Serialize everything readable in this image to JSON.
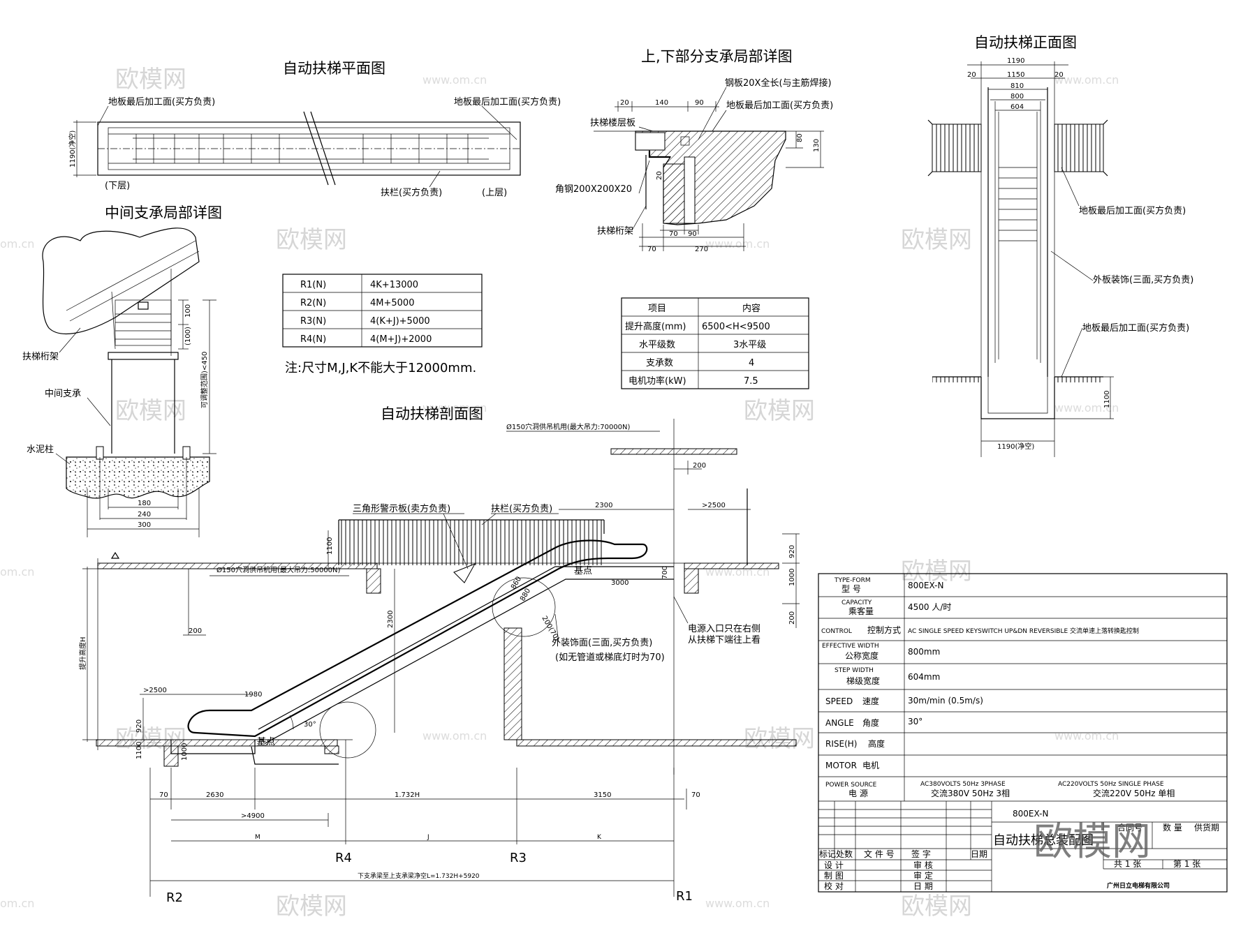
{
  "titles": {
    "plan": "自动扶梯平面图",
    "support_detail": "上,下部分支承局部详图",
    "front": "自动扶梯正面图",
    "mid_support": "中间支承局部详图",
    "section": "自动扶梯剖面图"
  },
  "plan": {
    "floor_finish_left": "地板最后加工面(买方负责)",
    "floor_finish_right": "地板最后加工面(买方负责)",
    "lower": "(下层)",
    "upper": "(上层)",
    "handrail": "扶栏(买方负责)",
    "width": "1190(净空)"
  },
  "support": {
    "steel_plate": "钢板20X全长(与主筋焊接)",
    "floor_finish": "地板最后加工面(买方负责)",
    "floor_slab": "扶梯楼层板",
    "angle_steel": "角钢200X200X20",
    "truss": "扶梯桁架",
    "dims": {
      "d20": "20",
      "d140": "140",
      "d90": "90",
      "d80": "80",
      "d130": "130",
      "d20b": "20",
      "d70": "70",
      "d90b": "90",
      "d70b": "70",
      "d270": "270"
    }
  },
  "front": {
    "dims": {
      "w1190": "1190",
      "w1150": "1150",
      "w810": "810",
      "w800": "800",
      "w604": "604",
      "e20l": "20",
      "e20r": "20",
      "h1100": "1100",
      "b1190": "1190(净空)"
    },
    "floor_finish_1": "地板最后加工面(买方负责)",
    "outer_deco": "外板装饰(三面,买方负责)",
    "floor_finish_2": "地板最后加工面(买方负责)"
  },
  "mid": {
    "truss": "扶梯桁架",
    "support": "中间支承",
    "column": "水泥柱",
    "d100": "100",
    "d100p": "(100)",
    "range": "可调整范围)<450",
    "d180": "180",
    "d240": "240",
    "d300": "300"
  },
  "reactions": {
    "rows": [
      {
        "k": "R1(N)",
        "v": "4K+13000"
      },
      {
        "k": "R2(N)",
        "v": "4M+5000"
      },
      {
        "k": "R3(N)",
        "v": "4(K+J)+5000"
      },
      {
        "k": "R4(N)",
        "v": "4(M+J)+2000"
      }
    ],
    "note": "注:尺寸M,J,K不能大于12000mm."
  },
  "specs": {
    "header": {
      "k": "项目",
      "v": "内容"
    },
    "rows": [
      {
        "k": "提升高度(mm)",
        "v": "6500<H<9500"
      },
      {
        "k": "水平级数",
        "v": "3水平级"
      },
      {
        "k": "支承数",
        "v": "4"
      },
      {
        "k": "电机功率(kW)",
        "v": "7.5"
      }
    ]
  },
  "section": {
    "hole_top": "Ø150穴洞供吊机用(最大吊力:70000N)",
    "hole_bottom": "Ø150穴洞供吊机用(最大吊力:50000N)",
    "warning": "三角形警示板(卖方负责)",
    "handrail": "扶栏(买方负责)",
    "base_top": "基点",
    "base_bot": "基点",
    "power": "电源入口只在右侧",
    "power2": "从扶梯下端往上看",
    "outer1": "外装饰面(三面,买方负责)",
    "outer2": "(如无管道或梯底灯时为70)",
    "rise": "提升高度H",
    "angle": "30°",
    "dims": {
      "d200a": "200",
      "d2300": "2300",
      "d2500a": ">2500",
      "d1100a": "1100",
      "d920a": "920",
      "d700": "700",
      "d1000a": "1000",
      "d200b": "200",
      "d3000": "3000",
      "d2300b": "2300",
      "d860": "860",
      "d880": "880",
      "d200c": "200(70)",
      "d200d": "200",
      "d2500b": ">2500",
      "d1980": "1980",
      "d920b": "920",
      "d1100b": "1100",
      "d1000b": "1000",
      "d70a": "70",
      "d2630": "2630",
      "d1732": "1.732H",
      "d3150": "3150",
      "d70b": "70",
      "d4900": ">4900",
      "M": "M",
      "J": "J",
      "K": "K"
    },
    "R2": "R2",
    "R4": "R4",
    "R3": "R3",
    "R1": "R1",
    "span": "下支承梁至上支承梁净空L=1.732H+5920"
  },
  "titleblock": {
    "rows": [
      {
        "en": "TYPE-FORM",
        "cn": "型 号",
        "v": "800EX-N"
      },
      {
        "en": "CAPACITY",
        "cn": "乘客量",
        "v": "4500 人/时"
      },
      {
        "en": "CONTROL",
        "cn": "控制方式",
        "v": "AC SINGLE SPEED KEYSWITCH UP&DN REVERSIBLE   交流单速上落转换匙控制"
      },
      {
        "en": "EFFECTIVE WIDTH",
        "cn": "公称宽度",
        "v": "800mm"
      },
      {
        "en": "STEP WIDTH",
        "cn": "梯级宽度",
        "v": "604mm"
      },
      {
        "en": "SPEED",
        "cn": "速度",
        "v": "30m/min    (0.5m/s)"
      },
      {
        "en": "ANGLE",
        "cn": "角度",
        "v": "30°"
      },
      {
        "en": "RISE(H)",
        "cn": "高度",
        "v": ""
      },
      {
        "en": "MOTOR",
        "cn": "电机",
        "v": ""
      }
    ],
    "power_en": "POWER SOURCE",
    "power_cn": "电  源",
    "power_v1": "AC380VOLTS 50Hz 3PHASE",
    "power_v1cn": "交流380V 50Hz 3相",
    "power_v2": "AC220VOLTS 50Hz SINGLE PHASE",
    "power_v2cn": "交流220V 50Hz 单相",
    "model": "800EX-N",
    "drawing_title": "自动扶梯总装配图",
    "cols": {
      "c1": "标记",
      "c2": "处数",
      "c3": "文 件 号",
      "c4": "签  字",
      "c5": "日期"
    },
    "roles": {
      "r1": "设  计",
      "r2": "制  图",
      "r3": "校  对",
      "r4": "审 核",
      "r5": "审 定",
      "r6": "日 期"
    },
    "right_cols": {
      "c1": "合同号",
      "c2": "数 量",
      "c3": "供货期"
    },
    "sheets": {
      "total": "共 1 张",
      "current": "第 1 张"
    },
    "company": "广州日立电梯有限公司"
  },
  "watermarks": {
    "text": "欧模网",
    "url": "www.om.cn",
    "url2": "om.cn"
  }
}
